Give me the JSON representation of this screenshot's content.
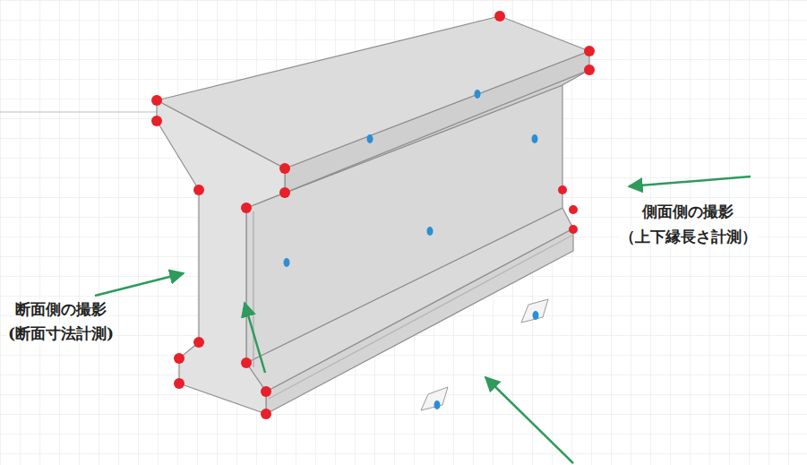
{
  "diagram": {
    "labels": [
      "側面側の撮影",
      "（上下縁長さ計測）",
      "断面側の撮影",
      "(断面寸法計測)"
    ]
  }
}
